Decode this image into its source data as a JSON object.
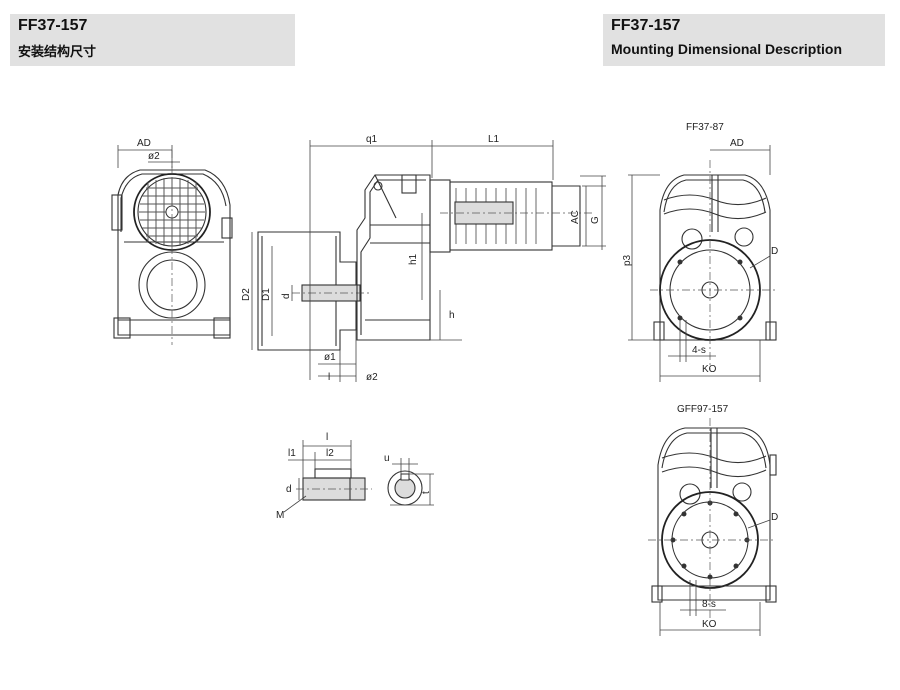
{
  "header_left": {
    "title": "FF37-157",
    "subtitle": "安装结构尺寸"
  },
  "header_right": {
    "title": "FF37-157",
    "subtitle": "Mounting Dimensional Description"
  },
  "front_view": {
    "dims": {
      "ad": "AD",
      "o2": "ø2",
      "d2": "D2",
      "d1": "D1",
      "d": "d",
      "o1": "ø1",
      "l": "l",
      "o2b": "ø2"
    }
  },
  "side_view": {
    "dims": {
      "q1": "q1",
      "l1": "L1",
      "ac": "AC",
      "g": "G",
      "h1": "h1",
      "h": "h"
    }
  },
  "shaft_detail": {
    "dims": {
      "l1": "l1",
      "l": "l",
      "l2": "l2",
      "d": "d",
      "m": "M",
      "u": "u",
      "t": "t"
    }
  },
  "view_ff37": {
    "caption": "FF37-87",
    "dims": {
      "ad": "AD",
      "p3": "p3",
      "d": "D",
      "holes": "4-s",
      "ko": "KO"
    }
  },
  "view_gff97": {
    "caption": "GFF97-157",
    "dims": {
      "d": "D",
      "holes": "8-s",
      "ko": "KO"
    }
  }
}
